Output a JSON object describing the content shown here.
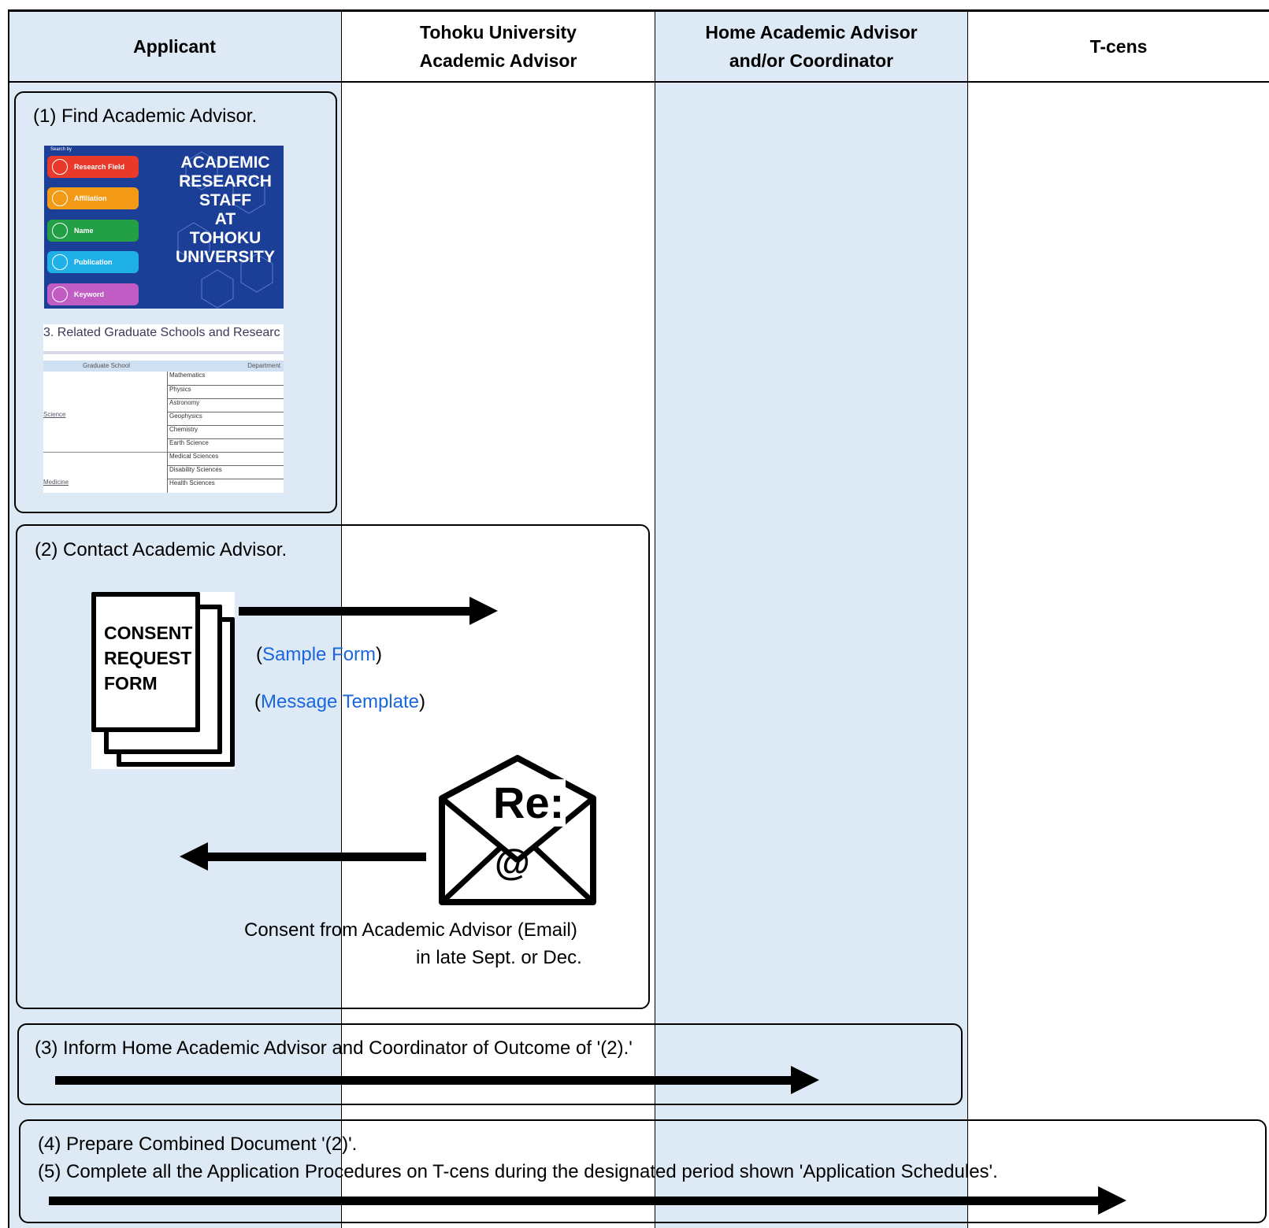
{
  "headers": {
    "applicant": "Applicant",
    "tohoku_advisor": [
      "Tohoku University",
      "Academic Advisor"
    ],
    "home_advisor": [
      "Home Academic Advisor",
      "and/or Coordinator"
    ],
    "tcens": "T-cens"
  },
  "step1": {
    "title": "(1) Find Academic Advisor.",
    "search_thumbnail": {
      "search_by": "Search by",
      "buttons": [
        {
          "label": "Research Field",
          "color": "#e8392a"
        },
        {
          "label": "Affiliation",
          "color": "#f29a16"
        },
        {
          "label": "Name",
          "color": "#23a045"
        },
        {
          "label": "Publication",
          "color": "#1fb0e8"
        },
        {
          "label": "Keyword",
          "color": "#c05cc4"
        }
      ],
      "banner": [
        "ACADEMIC",
        "RESEARCH",
        "STAFF",
        "AT",
        "TOHOKU",
        "UNIVERSITY"
      ]
    },
    "schools_thumbnail": {
      "heading": "3. Related Graduate Schools and Researc",
      "col_school": "Graduate School",
      "col_dept": "Department",
      "science": "Science",
      "science_depts": [
        "Mathematics",
        "Physics",
        "Astronomy",
        "Geophysics",
        "Chemistry",
        "Earth Science"
      ],
      "medicine": "Medicine",
      "medicine_depts": [
        "Medical Sciences",
        "Disability Sciences",
        "Health Sciences"
      ]
    }
  },
  "step2": {
    "title": "(2) Contact Academic Advisor.",
    "form_lines": [
      "CONSENT",
      "REQUEST",
      "FORM"
    ],
    "sample_form": "Sample Form",
    "message_template": "Message Template",
    "envelope_re": "Re:",
    "envelope_at": "@",
    "consent_line1": "Consent from Academic Advisor (Email)",
    "consent_line2": "in late Sept. or Dec."
  },
  "step3": {
    "title": "(3) Inform Home Academic Advisor and Coordinator of Outcome of '(2).'"
  },
  "step4": {
    "title": "(4) Prepare Combined Document '(2)'."
  },
  "step5": {
    "title": "(5) Complete all the Application Procedures on T-cens during the designated period shown 'Application Schedules'."
  },
  "colors": {
    "lane_blue": "#dde9f4",
    "link_blue": "#1a66dd"
  }
}
